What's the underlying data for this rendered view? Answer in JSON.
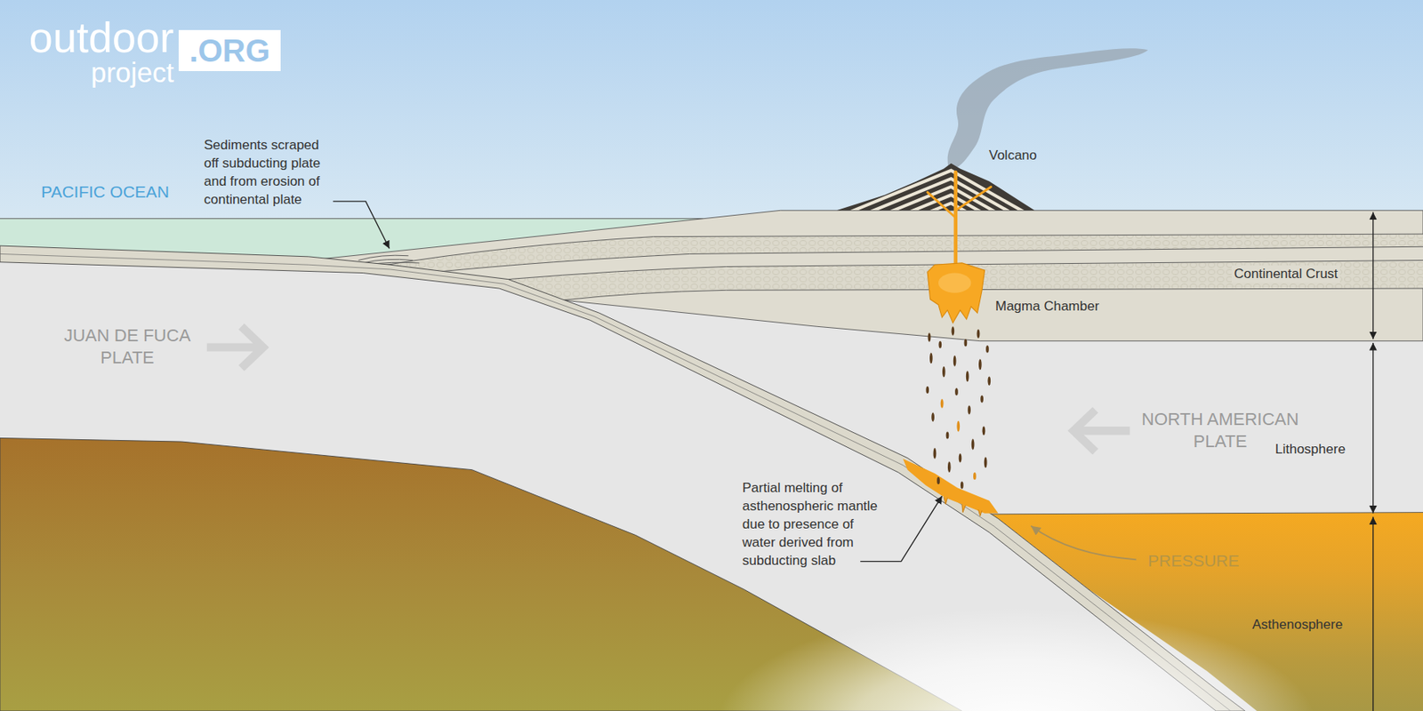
{
  "diagram": {
    "labels": [
      "outdoor project",
      ".ORG",
      "PACIFIC OCEAN",
      "Sediments scraped off subducting plate and from erosion of continental plate",
      "Volcano",
      "Continental Crust",
      "Magma Chamber",
      "JUAN DE FUCA PLATE",
      "NORTH AMERICAN PLATE",
      "Lithosphere",
      "Partial melting of asthenospheric mantle due to presence of water derived from subducting slab",
      "PRESSURE",
      "Asthenosphere"
    ]
  }
}
